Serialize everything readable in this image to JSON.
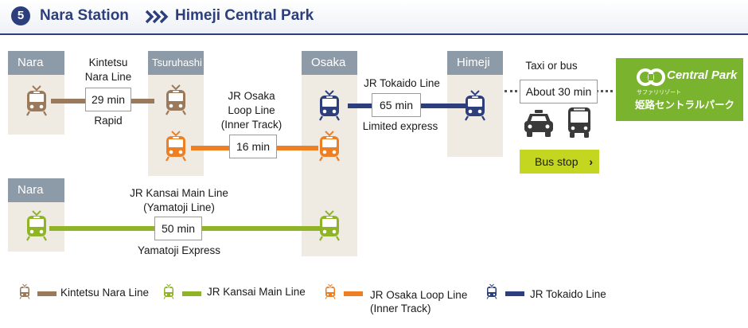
{
  "header": {
    "step": "5",
    "from": "Nara Station",
    "to": "Himeji Central Park"
  },
  "stations": {
    "nara_top": "Nara",
    "tsuruhashi": "Tsuruhashi",
    "osaka": "Osaka",
    "himeji": "Himeji",
    "nara_bottom": "Nara"
  },
  "routes": {
    "kintetsu": {
      "name_line1": "Kintetsu",
      "name_line2": "Nara Line",
      "time": "29 min",
      "service": "Rapid"
    },
    "loop": {
      "name_line1": "JR Osaka",
      "name_line2": "Loop Line",
      "name_line3": "(Inner Track)",
      "time": "16 min"
    },
    "tokaido": {
      "name": "JR Tokaido Line",
      "time": "65 min",
      "service": "Limited express"
    },
    "taxi_bus": {
      "label": "Taxi or bus",
      "time": "About 30 min"
    },
    "kansai": {
      "name_line1": "JR Kansai Main Line",
      "name_line2": "(Yamatoji Line)",
      "time": "50 min",
      "service": "Yamatoji Express"
    }
  },
  "bus_stop_button": {
    "label": "Bus stop"
  },
  "destination_logo": {
    "brand": "Central Park",
    "sub_small": "サファリリゾート",
    "sub_large": "姫路セントラルパーク"
  },
  "legend": [
    {
      "label": "Kintetsu Nara Line"
    },
    {
      "label": "JR Kansai Main Line"
    },
    {
      "label_line1": "JR Osaka Loop Line",
      "label_line2": "(Inner Track)"
    },
    {
      "label": "JR Tokaido Line"
    }
  ],
  "colors": {
    "kintetsu": "#9a7a5a",
    "kansai": "#8fb526",
    "loop": "#ee7f22",
    "tokaido": "#2c3e7c",
    "station_header": "#8d9aa8",
    "station_column": "#efebe3",
    "bus_stop": "#c5d620",
    "logo_bg": "#7ab32e",
    "vehicle": "#3a3a3a"
  },
  "icons": [
    "train-icon",
    "taxi-icon",
    "bus-icon",
    "chevron-right-icon",
    "central-park-logo-icon"
  ]
}
